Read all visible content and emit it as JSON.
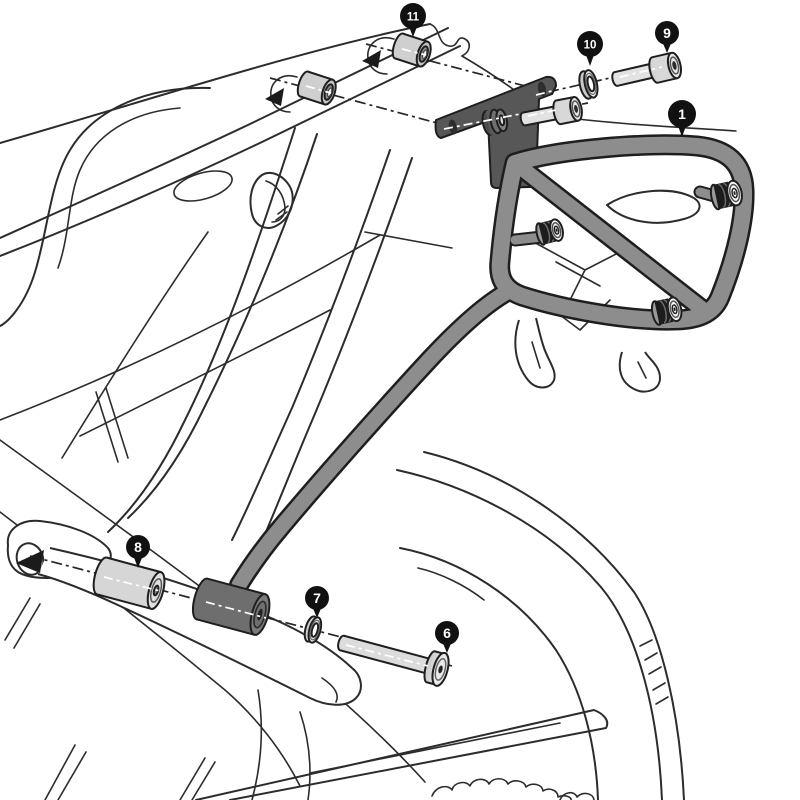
{
  "callouts": {
    "c1": {
      "label": "1",
      "part": "side-carrier-frame"
    },
    "c6": {
      "label": "6",
      "part": "button-head-bolt"
    },
    "c7": {
      "label": "7",
      "part": "washer"
    },
    "c8": {
      "label": "8",
      "part": "distance-spacer"
    },
    "c9": {
      "label": "9",
      "part": "socket-head-bolt"
    },
    "c10": {
      "label": "10",
      "part": "washer"
    },
    "c11": {
      "label": "11",
      "part": "rubber-well-nut"
    }
  },
  "colors": {
    "outline": "#1e1e1e",
    "carrier_gray": "#8d8d8d",
    "plate_gray": "#575757",
    "sleeve_gray": "#6e6e6e",
    "spacer_gray": "#d6d6d6",
    "metal_light": "#e2e2e2",
    "rubber_black": "#1c1c1c",
    "balloon_bg": "#111111",
    "balloon_text": "#ffffff",
    "background": "#ffffff"
  }
}
